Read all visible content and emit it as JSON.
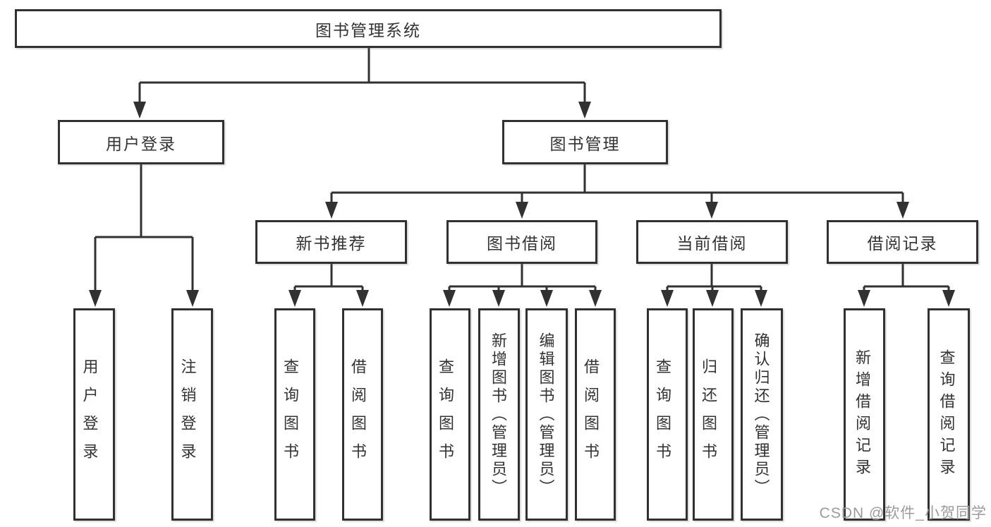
{
  "diagram": {
    "title": "图书管理系统",
    "root": {
      "label": "图书管理系统"
    },
    "level2": [
      {
        "label": "用户登录"
      },
      {
        "label": "图书管理"
      }
    ],
    "level3": [
      {
        "label": "新书推荐"
      },
      {
        "label": "图书借阅"
      },
      {
        "label": "当前借阅"
      },
      {
        "label": "借阅记录"
      }
    ],
    "leaves": {
      "user_login": [
        {
          "label": "用户登录"
        },
        {
          "label": "注销登录"
        }
      ],
      "new_book": [
        {
          "label": "查询图书"
        },
        {
          "label": "借阅图书"
        }
      ],
      "book_borrow": [
        {
          "label": "查询图书"
        },
        {
          "label": "新增图书（管理员）"
        },
        {
          "label": "编辑图书（管理员）"
        },
        {
          "label": "借阅图书"
        }
      ],
      "current_borrow": [
        {
          "label": "查询图书"
        },
        {
          "label": "归还图书"
        },
        {
          "label": "确认归还（管理员）"
        }
      ],
      "borrow_record": [
        {
          "label": "新增借阅记录"
        },
        {
          "label": "查询借阅记录"
        }
      ]
    }
  },
  "watermark": {
    "text": "CSDN @软件_小贺同学"
  },
  "colors": {
    "line": "#313131",
    "text": "#333333",
    "background": "#ffffff",
    "watermark": "#9b9b9b"
  }
}
